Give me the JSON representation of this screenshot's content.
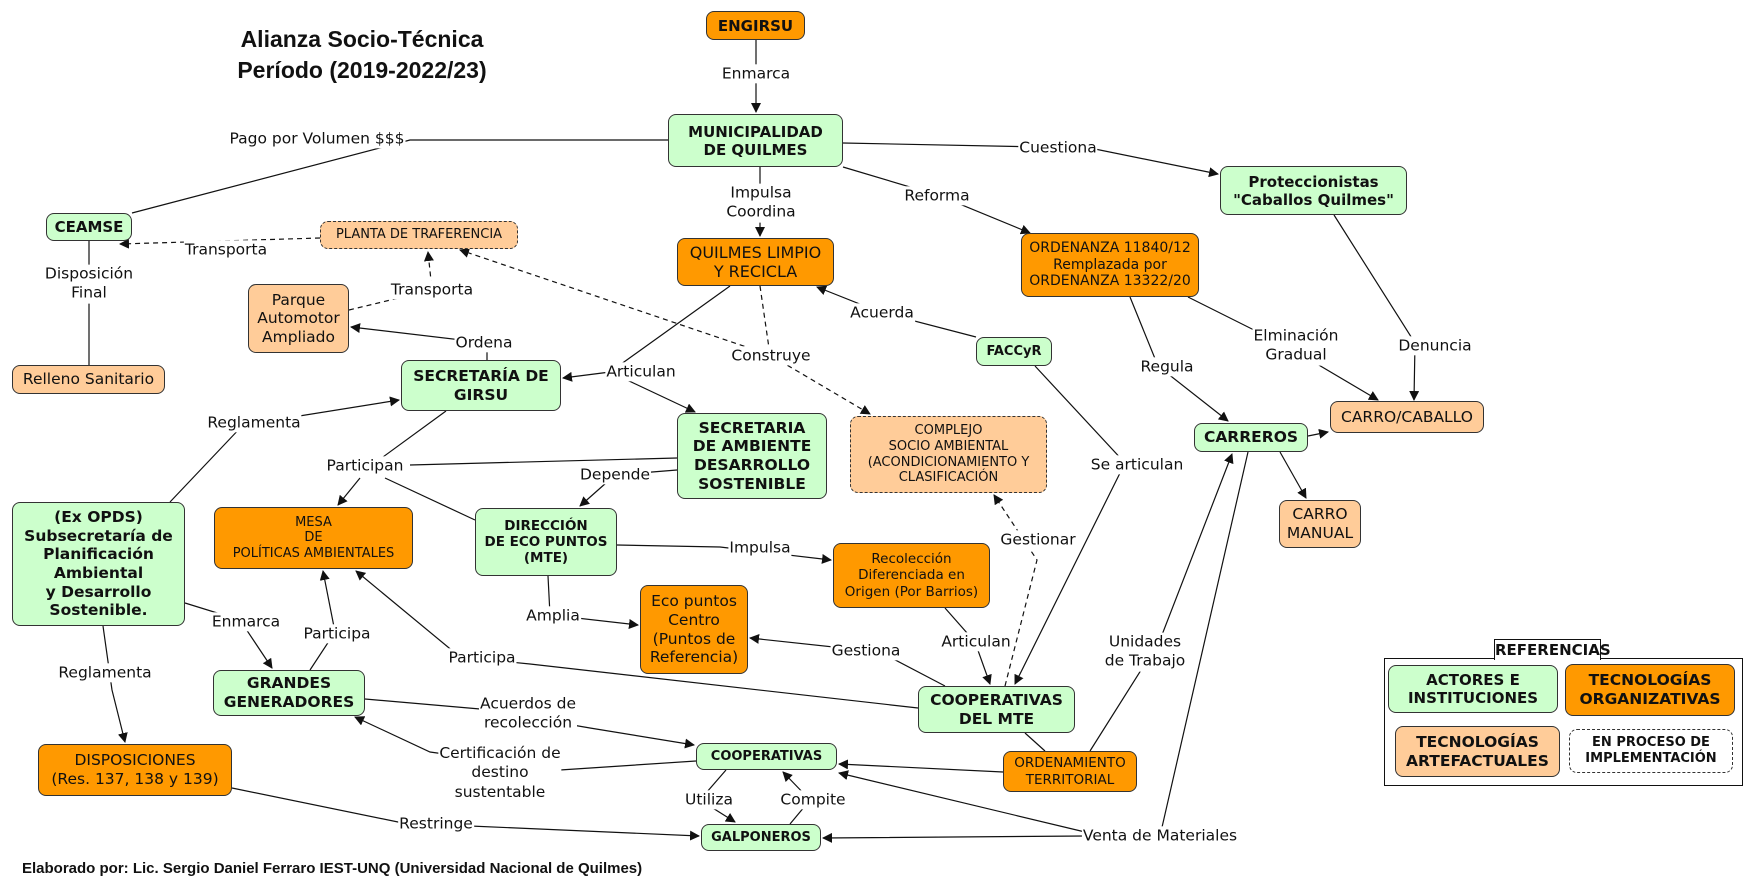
{
  "title": "Alianza Socio-Técnica\nPeríodo (2019-2022/23)",
  "footer": "Elaborado por: Lic. Sergio Daniel Ferraro IEST-UNQ (Universidad Nacional de Quilmes)",
  "colors": {
    "actor": "#ccffcc",
    "organizational": "#ff9900",
    "artefactual": "#ffcc99",
    "edge": "#111111"
  },
  "nodes": {
    "engirsu": "ENGIRSU",
    "municipalidad": "MUNICIPALIDAD\nDE QUILMES",
    "quilmes_limpio": "QUILMES LIMPIO\nY RECICLA",
    "ordenanza": "ORDENANZA 11840/12\nRemplazada por\nORDENANZA 13322/20",
    "proteccionistas": "Proteccionistas\n\"Caballos Quilmes\"",
    "ceamse": "CEAMSE",
    "planta": "PLANTA DE TRAFERENCIA",
    "parque": "Parque\nAutomotor\nAmpliado",
    "relleno": "Relleno Sanitario",
    "sec_girsu": "SECRETARÍA DE\nGIRSU",
    "sec_ambiente": "SECRETARIA\nDE AMBIENTE\nDESARROLLO\nSOSTENIBLE",
    "complejo": "COMPLEJO\nSOCIO AMBIENTAL\n(ACONDICIONAMIENTO Y\nCLASIFICACIÓN",
    "faccyr": "FACCyR",
    "carreros": "CARREROS",
    "carro_caballo": "CARRO/CABALLO",
    "carro_manual": "CARRO\nMANUAL",
    "opds": "(Ex OPDS)\nSubsecretaría de\nPlanificación\nAmbiental\ny Desarrollo\nSostenible.",
    "mesa": "MESA\nDE\nPOLÍTICAS AMBIENTALES",
    "direccion": "DIRECCIÓN\nDE ECO PUNTOS\n(MTE)",
    "recoleccion": "Recolección\nDiferenciada en\nOrigen (Por Barrios)",
    "eco_puntos": "Eco puntos\nCentro\n(Puntos de\nReferencia)",
    "grandes": "GRANDES\nGENERADORES",
    "coop_mte": "COOPERATIVAS\nDEL MTE",
    "cooperativas": "COOPERATIVAS",
    "galponeros": "GALPONEROS",
    "ordenamiento": "ORDENAMIENTO\nTERRITORIAL",
    "disposiciones": "DISPOSICIONES\n(Res. 137, 138 y 139)"
  },
  "links": {
    "enmarca_top": "Enmarca",
    "pago": "Pago por Volumen $$$",
    "cuestiona": "Cuestiona",
    "impulsa_coordina": "Impulsa\nCoordina",
    "reforma": "Reforma",
    "transporta1": "Transporta",
    "transporta2": "Transporta",
    "disposicion": "Disposición\nFinal",
    "ordena": "Ordena",
    "articulan1": "Articulan",
    "construye": "Construye",
    "acuerda": "Acuerda",
    "regula": "Regula",
    "eliminacion": "Elminación\nGradual",
    "denuncia": "Denuncia",
    "reglamenta1": "Reglamenta",
    "participan": "Participan",
    "depende": "Depende",
    "se_articulan": "Se articulan",
    "impulsa": "Impulsa",
    "gestionar": "Gestionar",
    "amplia": "Amplia",
    "enmarca2": "Enmarca",
    "participa1": "Participa",
    "participa2": "Participa",
    "gestiona": "Gestiona",
    "articulan2": "Articulan",
    "unidades": "Unidades\nde Trabajo",
    "reglamenta2": "Reglamenta",
    "acuerdos": "Acuerdos de\nrecolección",
    "certificacion": "Certificación de\ndestino\nsustentable",
    "utiliza": "Utiliza",
    "compite": "Compite",
    "restringe": "Restringe",
    "venta": "Venta de Materiales"
  },
  "legend": {
    "title": "REFERENCIAS",
    "actores": "ACTORES E\nINSTITUCIONES",
    "organizativas": "TECNOLOGÍAS\nORGANIZATIVAS",
    "artefactuales": "TECNOLOGÍAS\nARTEFACTUALES",
    "proceso": "EN PROCESO DE\nIMPLEMENTACIÓN"
  }
}
